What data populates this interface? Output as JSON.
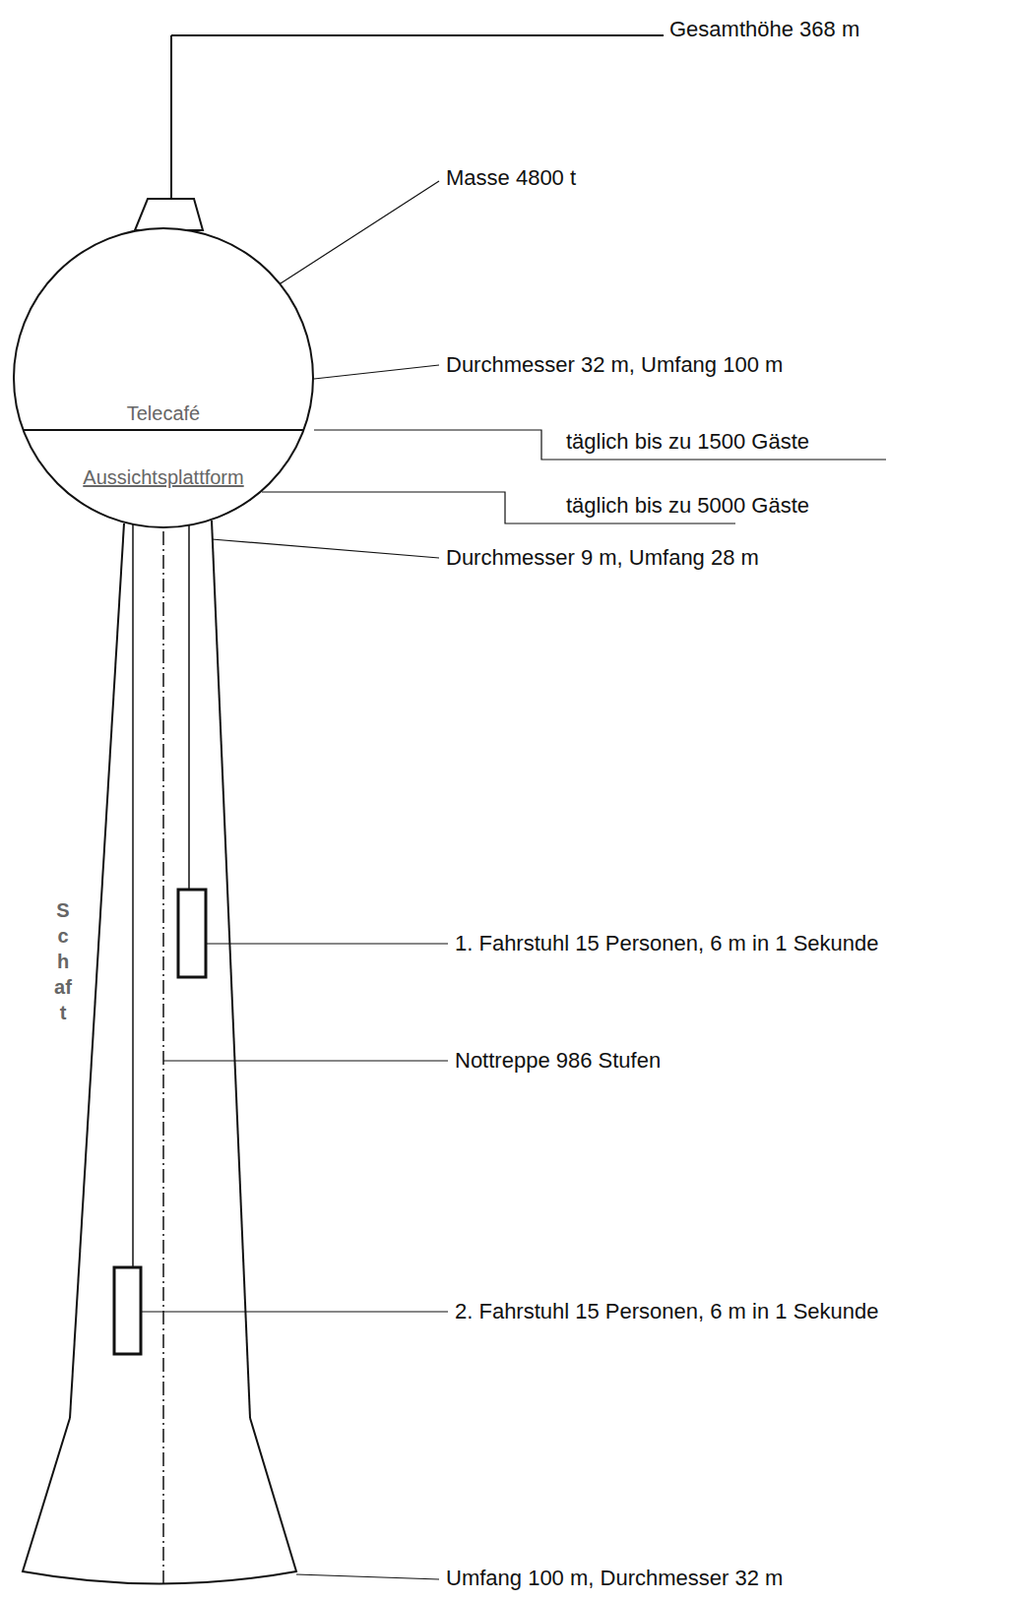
{
  "diagram": {
    "nodes": [
      {
        "text": [
          "Telecafé",
          "Aussichtsplattform"
        ]
      }
    ],
    "labels": [
      "Gesamthöhe 368 m",
      "Masse 4800 t",
      "Durchmesser 32 m, Umfang 100 m",
      "täglich bis zu 1500 Gäste",
      "täglich bis zu 5000 Gäste",
      "Durchmesser 9 m, Umfang 28 m",
      "Schaft",
      "1. Fahrstuhl 15 Personen, 6 m in 1 Sekunde",
      "Nottreppe 986 Stufen",
      "2. Fahrstuhl 15 Personen, 6 m in 1 Sekunde",
      "Umfang 100 m, Durchmesser 32 m"
    ]
  }
}
